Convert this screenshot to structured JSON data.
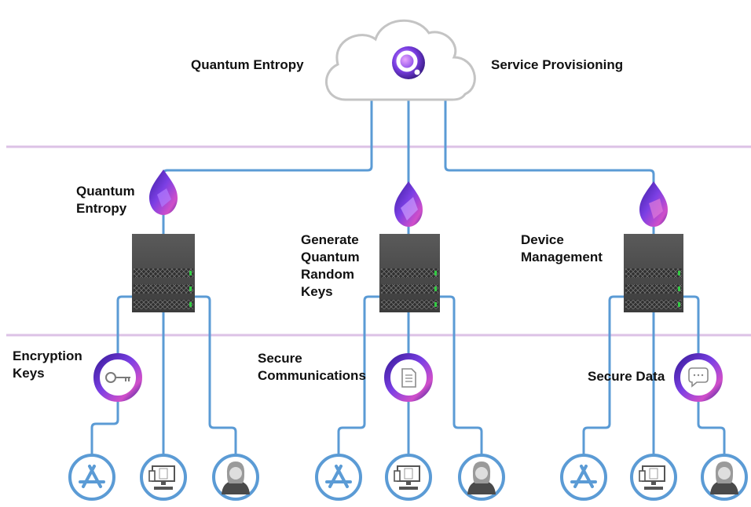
{
  "cloud": {
    "left_label": "Quantum Entropy",
    "right_label": "Service Provisioning"
  },
  "servers": [
    {
      "label_lines": [
        "Quantum",
        "Entropy"
      ],
      "droplet_icon": "purple-entropy-droplet-icon"
    },
    {
      "label_lines": [
        "Generate",
        "Quantum",
        "Random",
        "Keys"
      ],
      "droplet_icon": "purple-entropy-droplet-icon"
    },
    {
      "label_lines": [
        "Device",
        "Management"
      ],
      "droplet_icon": "purple-entropy-droplet-icon"
    }
  ],
  "services": [
    {
      "label_lines": [
        "Encryption",
        "Keys"
      ],
      "icon": "key-icon"
    },
    {
      "label_lines": [
        "Secure",
        "Communications"
      ],
      "icon": "document-icon"
    },
    {
      "label_lines": [
        "Secure Data"
      ],
      "icon": "chat-bubble-icon"
    }
  ],
  "endpoints": [
    "app-store-icon",
    "desktop-computer-icon",
    "user-avatar-icon"
  ],
  "colors": {
    "connector": "#5b9bd5",
    "tier_divider": "#dcc2e6",
    "cloud_outline": "#c4c4c4",
    "server_body": "#4a4a4a",
    "quantum_purple": "#7b3fe4",
    "quantum_pink": "#d04fc9"
  }
}
